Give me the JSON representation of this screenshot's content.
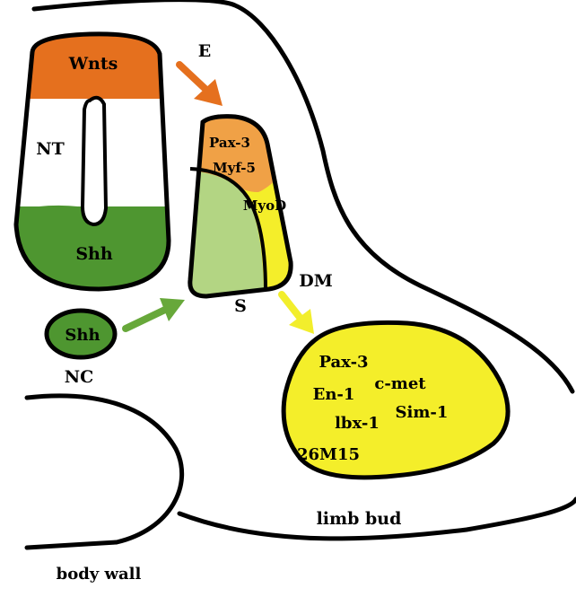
{
  "labels": {
    "epidermis": "E",
    "neural_tube": "NT",
    "notochord": "NC",
    "sclerotome": "S",
    "dermomyotome": "DM",
    "limb_bud": "limb bud",
    "body_wall": "body wall"
  },
  "signals": {
    "dorsal": "Wnts",
    "ventral": "Shh",
    "notochord": "Shh"
  },
  "somite_genes": {
    "pax": "Pax-3",
    "myf": "Myf-5",
    "myod": "MyoD"
  },
  "limb_genes": [
    "Pax-3",
    "c-met",
    "En-1",
    "Sim-1",
    "lbx-1",
    "26M15"
  ],
  "colors": {
    "wnt_orange": "#e5701e",
    "shh_green": "#4e9630",
    "sclerotome_green": "#b3d583",
    "somite_orange": "#f0a146",
    "yellow": "#f4ee2a",
    "arrow_orange": "#e5701e",
    "arrow_green": "#67a83a",
    "arrow_yellow": "#f2ee2c"
  }
}
